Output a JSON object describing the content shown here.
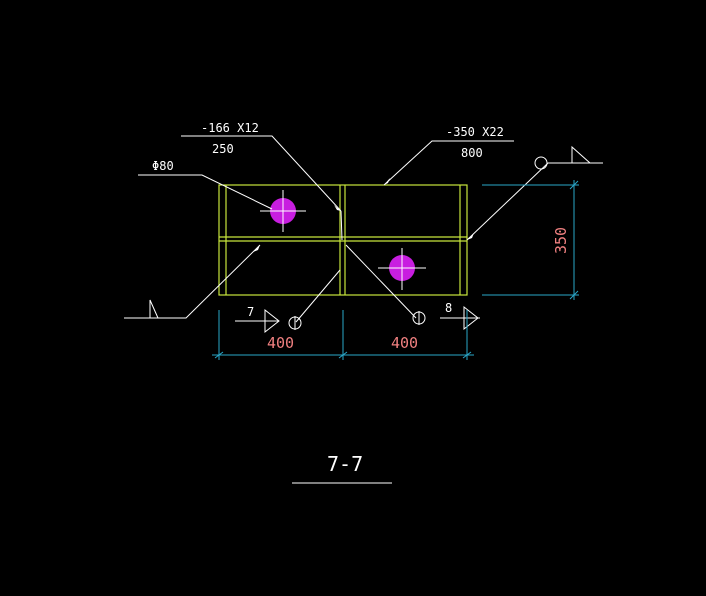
{
  "drawing": {
    "section_title": "7-7",
    "labels": {
      "plate_a_spec": "-166 X12",
      "plate_a_len": "250",
      "plate_b_spec": "-350 X22",
      "plate_b_len": "800",
      "hole_dia": "Φ80",
      "weld_ref_7": "7",
      "weld_ref_8": "8"
    },
    "dimensions": {
      "left_width": "400",
      "right_width": "400",
      "height": "350"
    },
    "colors": {
      "background": "#000000",
      "plate_outline": "#c8e63c",
      "leader": "#ffffff",
      "dimension_line": "#2aa7c9",
      "dimension_text": "#f08080",
      "hole_fill": "#c81ee0"
    }
  }
}
